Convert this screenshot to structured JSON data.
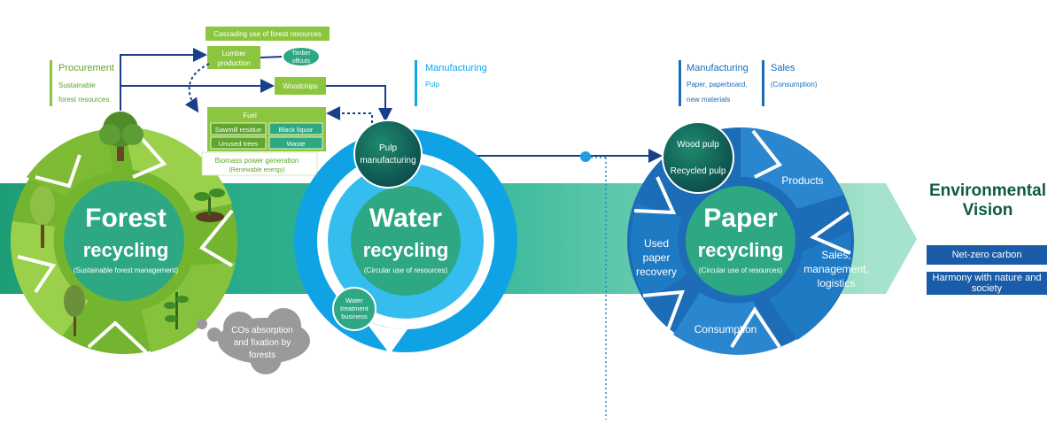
{
  "colors": {
    "forest_dark": "#4f9a2b",
    "forest_light": "#8cc63f",
    "water_blue": "#12a7e8",
    "paper_blue": "#1c6cb8",
    "teal_band": "#2bb08f",
    "navy_arrow": "#1a3f8a",
    "pulp_dark": "#0d5c52",
    "vision_green": "#0d5a44",
    "vision_box": "#1a5ca8"
  },
  "cascade": {
    "title": "Cascading use of forest resources",
    "lumber": [
      "Lumber",
      "production"
    ],
    "timber": [
      "Timber",
      "offcuts"
    ],
    "woodchips": "Woodchips",
    "fuel_title": "Fuel",
    "fuel_items": [
      "Sawmill residue",
      "Black liquor",
      "Unused trees",
      "Waste"
    ],
    "biomass": [
      "Biomass power generation",
      "(Renewable energy)"
    ]
  },
  "procurement": {
    "title": "Procurement",
    "lines": [
      "Sustainable",
      "forest resources"
    ]
  },
  "forest": {
    "title": "Forest",
    "title2": "recycling",
    "subtitle": "(Sustainable forest management)"
  },
  "co2": {
    "lines": [
      "COs absorption",
      "and fixation by",
      "forests"
    ]
  },
  "water": {
    "title": "Water",
    "title2": "recycling",
    "subtitle": "(Circular use of resources)",
    "treatment": [
      "Water",
      "treatment",
      "business"
    ]
  },
  "pulp_mfg": {
    "lines": [
      "Pulp",
      "manufacturing"
    ]
  },
  "manufacturing_pulp": {
    "title": "Manufacturing",
    "sub": "Pulp"
  },
  "manufacturing_paper": {
    "title": "Manufacturing",
    "lines": [
      "Paper, paperboard,",
      "new materials"
    ]
  },
  "sales": {
    "title": "Sales",
    "sub": "(Consumption)"
  },
  "paper": {
    "title": "Paper",
    "title2": "recycling",
    "subtitle": "(Circular use of resources)",
    "wood_pulp": "Wood pulp",
    "recycled_pulp": "Recycled pulp",
    "products": "Products",
    "sales_lines": [
      "Sales,",
      "management,",
      "logistics"
    ],
    "consumption": "Consumption",
    "used_lines": [
      "Used",
      "paper",
      "recovery"
    ]
  },
  "vision": {
    "title_lines": [
      "Environmental",
      "Vision"
    ],
    "items": [
      "Net-zero carbon",
      "Harmony with nature and society"
    ]
  }
}
